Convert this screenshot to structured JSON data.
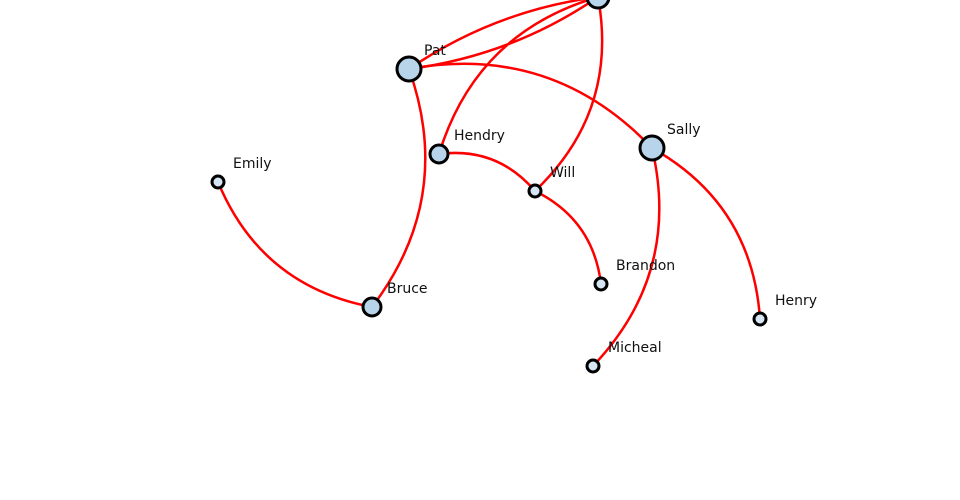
{
  "graph": {
    "node_fill": "#b8d4ea",
    "small_node_fill": "#d6e6f4",
    "link_color": "#ff0000",
    "nodes": [
      {
        "id": "top",
        "label": ""
      },
      {
        "id": "Pat",
        "label": "Pat"
      },
      {
        "id": "Sally",
        "label": "Sally"
      },
      {
        "id": "Hendry",
        "label": "Hendry"
      },
      {
        "id": "Will",
        "label": "Will"
      },
      {
        "id": "Emily",
        "label": "Emily"
      },
      {
        "id": "Bruce",
        "label": "Bruce"
      },
      {
        "id": "Brandon",
        "label": "Brandon"
      },
      {
        "id": "Henry",
        "label": "Henry"
      },
      {
        "id": "Micheal",
        "label": "Micheal"
      }
    ],
    "links": [
      {
        "source": "Emily",
        "target": "Bruce"
      },
      {
        "source": "Bruce",
        "target": "Pat"
      },
      {
        "source": "Pat",
        "target": "Sally"
      },
      {
        "source": "Pat",
        "target": "top"
      },
      {
        "source": "top",
        "target": "Pat"
      },
      {
        "source": "Hendry",
        "target": "top"
      },
      {
        "source": "Will",
        "target": "top"
      },
      {
        "source": "Hendry",
        "target": "Will"
      },
      {
        "source": "Will",
        "target": "Brandon"
      },
      {
        "source": "Sally",
        "target": "Micheal"
      },
      {
        "source": "Sally",
        "target": "Henry"
      }
    ]
  }
}
